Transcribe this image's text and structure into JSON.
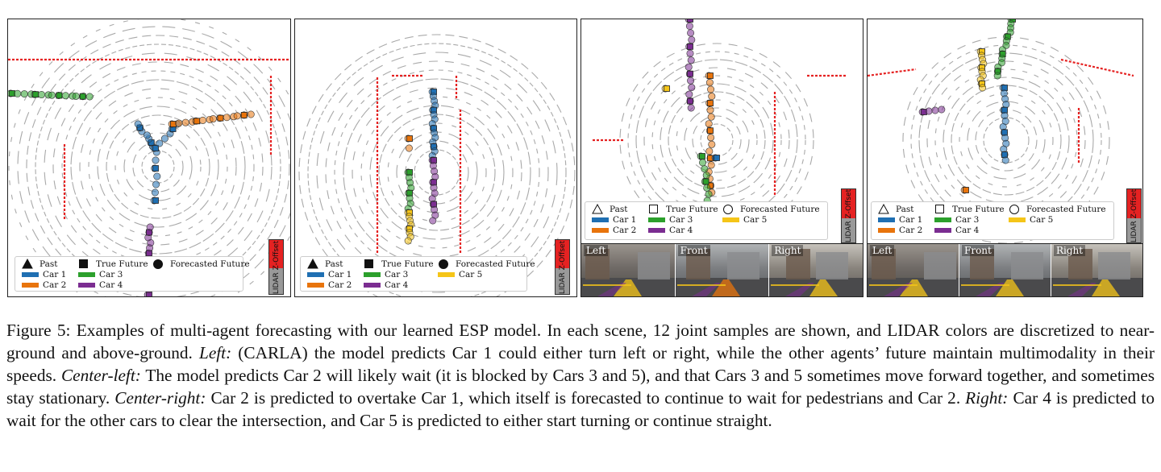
{
  "figure": {
    "panels": [
      {
        "id": "carla",
        "legend": {
          "marker_style": "filled",
          "past": "Past",
          "true_future": "True Future",
          "forecasted_future": "Forecasted Future",
          "cars": [
            {
              "label": "Car 1",
              "color": "#1f6fb2"
            },
            {
              "label": "Car 2",
              "color": "#e8740c"
            },
            {
              "label": "Car 3",
              "color": "#2ca02c"
            },
            {
              "label": "Car 4",
              "color": "#7b2d91"
            }
          ]
        },
        "zbar_label": "LIDAR Z-Offset",
        "cameras": []
      },
      {
        "id": "center-left",
        "legend": {
          "marker_style": "filled",
          "past": "Past",
          "true_future": "True Future",
          "forecasted_future": "Forecasted Future",
          "cars": [
            {
              "label": "Car 1",
              "color": "#1f6fb2"
            },
            {
              "label": "Car 2",
              "color": "#e8740c"
            },
            {
              "label": "Car 3",
              "color": "#2ca02c"
            },
            {
              "label": "Car 4",
              "color": "#7b2d91"
            },
            {
              "label": "Car 5",
              "color": "#f5c518"
            }
          ]
        },
        "zbar_label": "LIDAR Z-Offset",
        "cameras": []
      },
      {
        "id": "center-right",
        "legend": {
          "marker_style": "hollow",
          "past": "Past",
          "true_future": "True Future",
          "forecasted_future": "Forecasted Future",
          "cars": [
            {
              "label": "Car 1",
              "color": "#1f6fb2"
            },
            {
              "label": "Car 2",
              "color": "#e8740c"
            },
            {
              "label": "Car 3",
              "color": "#2ca02c"
            },
            {
              "label": "Car 4",
              "color": "#7b2d91"
            },
            {
              "label": "Car 5",
              "color": "#f5c518"
            }
          ]
        },
        "zbar_label": "LIDAR Z-Offset",
        "cameras": [
          "Left",
          "Front",
          "Right"
        ]
      },
      {
        "id": "right",
        "legend": {
          "marker_style": "hollow",
          "past": "Past",
          "true_future": "True Future",
          "forecasted_future": "Forecasted Future",
          "cars": [
            {
              "label": "Car 1",
              "color": "#1f6fb2"
            },
            {
              "label": "Car 2",
              "color": "#e8740c"
            },
            {
              "label": "Car 3",
              "color": "#2ca02c"
            },
            {
              "label": "Car 4",
              "color": "#7b2d91"
            },
            {
              "label": "Car 5",
              "color": "#f5c518"
            }
          ]
        },
        "zbar_label": "LIDAR Z-Offset",
        "cameras": [
          "Left",
          "Front",
          "Right"
        ]
      }
    ],
    "caption": {
      "label": "Figure 5:",
      "s1": " Examples of multi-agent forecasting with our learned ESP model. In each scene, 12 joint samples are shown, and LIDAR colors are discretized to near-ground and above-ground. ",
      "left_label": "Left:",
      "left_text": " (CARLA) the model predicts Car 1 could either turn left or right, while the other agents’ future maintain multimodality in their speeds. ",
      "center_left_label": "Center-left:",
      "center_left_text": " The model predicts Car 2 will likely wait (it is blocked by Cars 3 and 5), and that Cars 3 and 5 sometimes move forward together, and sometimes stay stationary. ",
      "center_right_label": "Center-right:",
      "center_right_text": " Car 2 is predicted to overtake Car 1, which itself is forecasted to continue to wait for pedestrians and Car 2. ",
      "right_label": "Right:",
      "right_text": " Car 4 is predicted to wait for the other cars to clear the intersection, and Car 5 is predicted to either start turning or continue straight."
    }
  }
}
